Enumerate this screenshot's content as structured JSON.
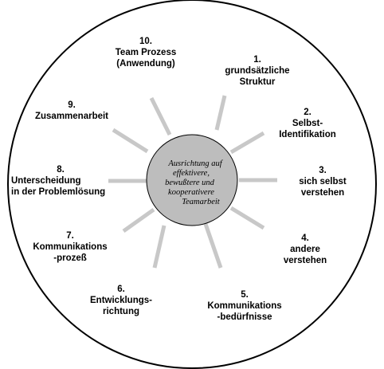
{
  "colors": {
    "outer_circle_stroke": "#000000",
    "hub_fill": "#bdbdbd",
    "hub_stroke": "#000000",
    "spoke": "#c8c8c8",
    "text": "#000000"
  },
  "hub": {
    "lines": [
      "Ausrichtung auf",
      "effektivere,",
      "bewußtere und",
      "kooperativere",
      "Teamarbeit"
    ]
  },
  "nodes": [
    {
      "lines": [
        "1.",
        "grundsätzliche",
        "Struktur"
      ]
    },
    {
      "lines": [
        "2.",
        "Selbst-",
        "Identifikation"
      ]
    },
    {
      "lines": [
        "3.",
        "sich selbst",
        "verstehen"
      ]
    },
    {
      "lines": [
        "4.",
        "andere",
        "verstehen"
      ]
    },
    {
      "lines": [
        "5.",
        "Kommunikations",
        "-bedürfnisse"
      ]
    },
    {
      "lines": [
        "6.",
        "Entwicklungs-",
        "richtung"
      ]
    },
    {
      "lines": [
        "7.",
        "Kommunikations",
        "-prozeß"
      ]
    },
    {
      "lines": [
        "8.",
        "Unterscheidung",
        "in der Problemlösung"
      ]
    },
    {
      "lines": [
        "9.",
        "Zusammenarbeit"
      ]
    },
    {
      "lines": [
        "10.",
        "Team Prozess",
        "(Anwendung)"
      ]
    }
  ]
}
